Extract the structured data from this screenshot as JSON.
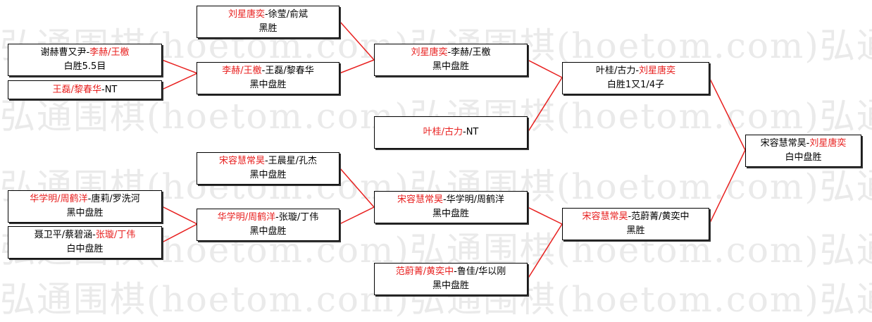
{
  "watermark": {
    "text": "弘通围棋(hoetom.com)弘通围棋(hoetom.com)弘通围棋(hoetom.com)"
  },
  "colors": {
    "winner": "#e8201f",
    "text": "#000000",
    "line": "#e8201f"
  },
  "matches": [
    {
      "id": "r1a",
      "parts": [
        {
          "text": "谢赫曹又尹-",
          "red": false
        },
        {
          "text": "李赫/王檄",
          "red": true
        }
      ],
      "result": "白胜5.5目"
    },
    {
      "id": "r1b",
      "parts": [
        {
          "text": "王磊/黎春华",
          "red": true
        },
        {
          "text": "-NT",
          "red": false
        }
      ],
      "result": ""
    },
    {
      "id": "r1c",
      "parts": [
        {
          "text": "华学明/周鹤洋",
          "red": true
        },
        {
          "text": "-唐莉/罗洗河",
          "red": false
        }
      ],
      "result": "黑中盘胜"
    },
    {
      "id": "r1d",
      "parts": [
        {
          "text": "聂卫平/蔡碧涵-",
          "red": false
        },
        {
          "text": "张璇/丁伟",
          "red": true
        }
      ],
      "result": "白中盘胜"
    },
    {
      "id": "r2a",
      "parts": [
        {
          "text": "刘星唐奕",
          "red": true
        },
        {
          "text": "-徐莹/俞斌",
          "red": false
        }
      ],
      "result": "黑胜"
    },
    {
      "id": "r2b",
      "parts": [
        {
          "text": "李赫/王檄",
          "red": true
        },
        {
          "text": "-王磊/黎春华",
          "red": false
        }
      ],
      "result": "黑中盘胜"
    },
    {
      "id": "r2c",
      "parts": [
        {
          "text": "宋容慧常昊",
          "red": true
        },
        {
          "text": "-王晨星/孔杰",
          "red": false
        }
      ],
      "result": "黑中盘胜"
    },
    {
      "id": "r2d",
      "parts": [
        {
          "text": "华学明/周鹤洋",
          "red": true
        },
        {
          "text": "-张璇/丁伟",
          "red": false
        }
      ],
      "result": "黑中盘胜"
    },
    {
      "id": "r3a",
      "parts": [
        {
          "text": "刘星唐奕",
          "red": true
        },
        {
          "text": "-李赫/王檄",
          "red": false
        }
      ],
      "result": "黑中盘胜"
    },
    {
      "id": "r3b",
      "parts": [
        {
          "text": "叶桂/古力",
          "red": true
        },
        {
          "text": "-NT",
          "red": false
        }
      ],
      "result": ""
    },
    {
      "id": "r3c",
      "parts": [
        {
          "text": "宋容慧常昊",
          "red": true
        },
        {
          "text": "-华学明/周鹤洋",
          "red": false
        }
      ],
      "result": "黑中盘胜"
    },
    {
      "id": "r3d",
      "parts": [
        {
          "text": "范蔚菁/黄奕中",
          "red": true
        },
        {
          "text": "-鲁佳/华以刚",
          "red": false
        }
      ],
      "result": "黑中盘胜"
    },
    {
      "id": "sf1",
      "parts": [
        {
          "text": "叶桂/古力-",
          "red": false
        },
        {
          "text": "刘星唐奕",
          "red": true
        }
      ],
      "result": "白胜1又1/4子"
    },
    {
      "id": "sf2",
      "parts": [
        {
          "text": "宋容慧常昊",
          "red": true
        },
        {
          "text": "-范蔚菁/黄奕中",
          "red": false
        }
      ],
      "result": "黑胜"
    },
    {
      "id": "final",
      "parts": [
        {
          "text": "宋容慧常昊-",
          "red": false
        },
        {
          "text": "刘星唐奕",
          "red": true
        }
      ],
      "result": "白中盘胜"
    }
  ]
}
